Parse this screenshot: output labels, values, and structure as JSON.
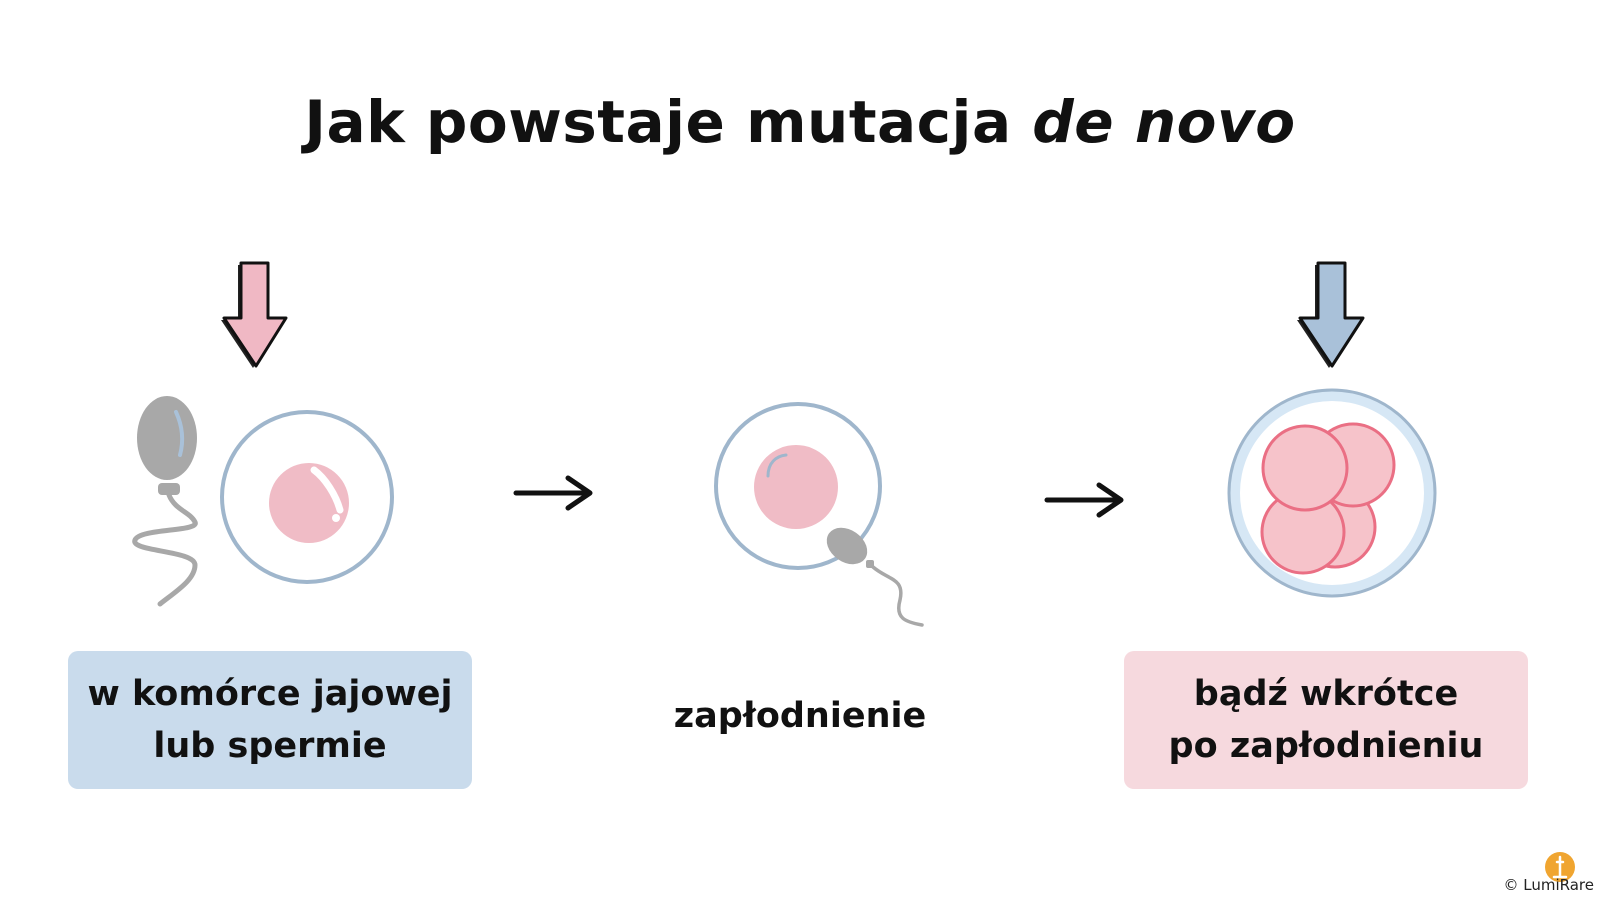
{
  "title": {
    "main": "Jak powstaje mutacja",
    "italic": "de novo"
  },
  "steps": [
    {
      "label_line1": "w komórce jajowej",
      "label_line2": "lub spermie"
    },
    {
      "label": "zapłodnienie"
    },
    {
      "label_line1": "bądź wkrótce",
      "label_line2": "po zapłodnieniu"
    }
  ],
  "footer": {
    "copyright": "© LumiRare"
  },
  "colors": {
    "pink_arrow": "#f0b8c4",
    "blue_arrow": "#a9c1d9",
    "egg_ring": "#9fb6cc",
    "egg_nucleus": "#f0bcc6",
    "sperm": "#a8a8a8",
    "blue_box": "#c9dbec",
    "pink_box": "#f6d9de",
    "logo": "#f0a530"
  }
}
